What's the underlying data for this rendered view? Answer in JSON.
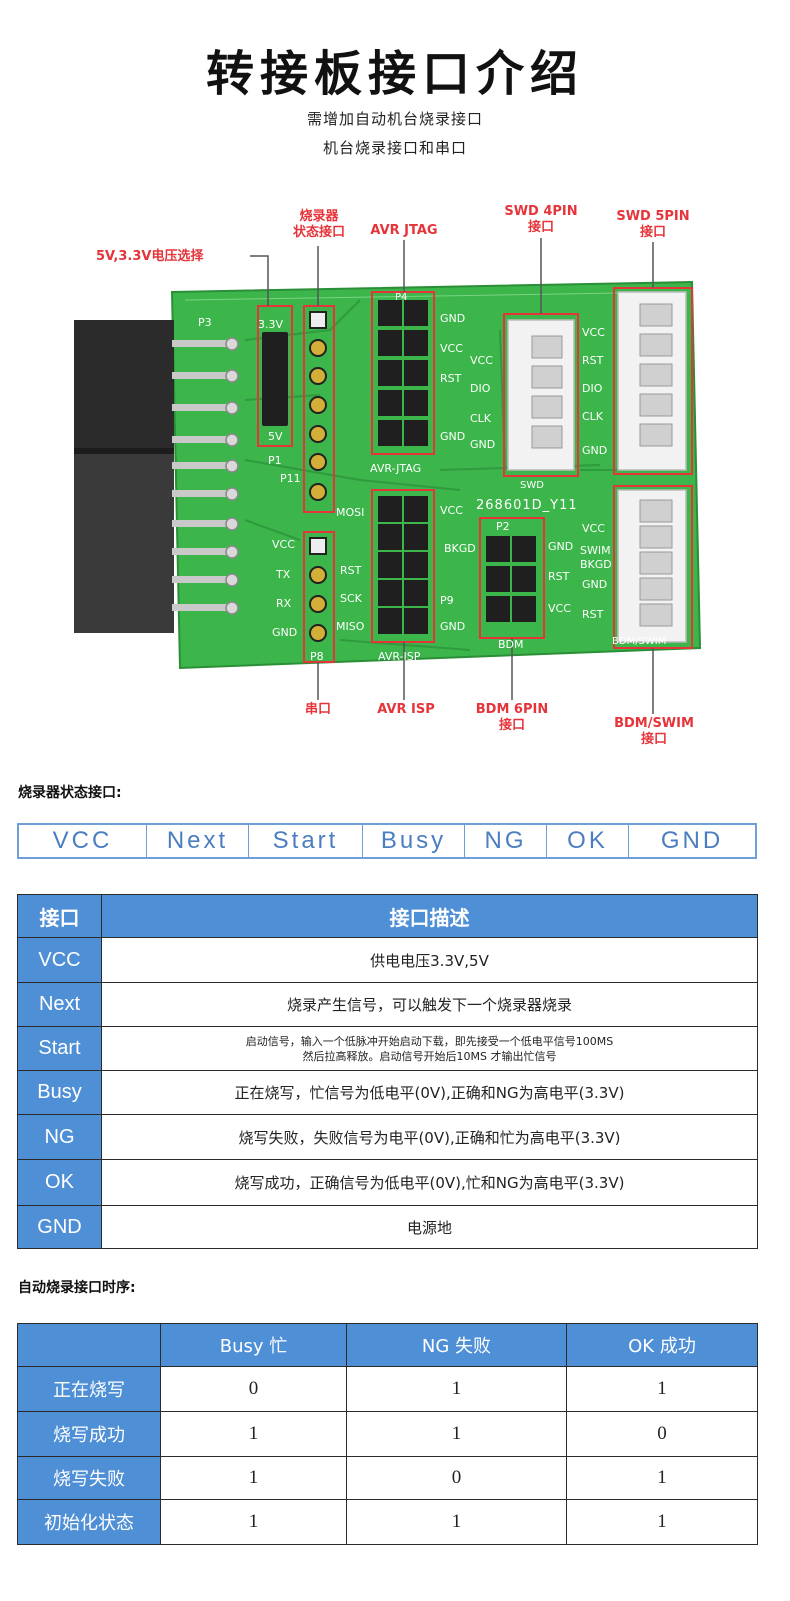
{
  "page": {
    "title": "转接板接口介绍",
    "subtitle1": "需增加自动机台烧录接口",
    "subtitle2": "机台烧录接口和串口"
  },
  "callouts": {
    "voltage_select": "5V,3.3V电压选择",
    "prog_status_l1": "烧录器",
    "prog_status_l2": "状态接口",
    "avr_jtag": "AVR JTAG",
    "swd4_l1": "SWD 4PIN",
    "swd4_l2": "接口",
    "swd5_l1": "SWD 5PIN",
    "swd5_l2": "接口",
    "serial": "串口",
    "avr_isp": "AVR ISP",
    "bdm6_l1": "BDM 6PIN",
    "bdm6_l2": "接口",
    "bdm_swim_l1": "BDM/SWIM",
    "bdm_swim_l2": "接口"
  },
  "board": {
    "silk_p3": "P3",
    "silk_33v": "3.3V",
    "silk_5v": "5V",
    "silk_p1": "P1",
    "silk_p11": "P11",
    "silk_p8": "P8",
    "silk_p2": "P2",
    "silk_p9": "P9",
    "silk_p4": "P4",
    "silk_avrjtag": "AVR-JTAG",
    "silk_avrisp": "AVR-ISP",
    "silk_bdm": "BDM",
    "silk_bdmswim": "BDM/SWIM",
    "silk_swd": "SWD",
    "silk_model": "268601D_Y11",
    "serial_pins": [
      "VCC",
      "TX",
      "RX",
      "GND"
    ],
    "jtag_right": [
      "GND",
      "VCC",
      "RST",
      "",
      "GND"
    ],
    "isp_left": [
      "MOSI",
      "RST",
      "SCK",
      "MISO"
    ],
    "isp_right": [
      "VCC",
      "",
      "P9",
      "GND"
    ],
    "swd4_pins": [
      "VCC",
      "DIO",
      "CLK",
      "GND"
    ],
    "swd5_pins": [
      "VCC",
      "RST",
      "DIO",
      "CLK",
      "GND"
    ],
    "bdm_left": [
      "BKGD"
    ],
    "bdm_right": [
      "GND",
      "RST",
      "VCC"
    ],
    "swim_pins": [
      "VCC",
      "SWIM",
      "BKGD",
      "GND",
      "RST"
    ],
    "pcb_color": "#3cb54a",
    "pcb_dark": "#2a8f37"
  },
  "status_section": {
    "heading": "烧录器状态接口:",
    "pins": [
      "VCC",
      "Next",
      "Start",
      "Busy",
      "NG",
      "OK",
      "GND"
    ]
  },
  "desc_table": {
    "col1": "接口",
    "col2": "接口描述",
    "rows": [
      {
        "k": "VCC",
        "v": "供电电压3.3V,5V"
      },
      {
        "k": "Next",
        "v": "烧录产生信号，可以触发下一个烧录器烧录"
      },
      {
        "k": "Start",
        "v": "启动信号，输入一个低脉冲开始启动下载，即先接受一个低电平信号100MS",
        "v2": "然后拉高释放。启动信号开始后10MS 才输出忙信号"
      },
      {
        "k": "Busy",
        "v": "正在烧写，忙信号为低电平(0V),正确和NG为高电平(3.3V)"
      },
      {
        "k": "NG",
        "v": "烧写失败，失败信号为电平(0V),正确和忙为高电平(3.3V)"
      },
      {
        "k": "OK",
        "v": "烧写成功，正确信号为低电平(0V),忙和NG为高电平(3.3V)"
      },
      {
        "k": "GND",
        "v": "电源地"
      }
    ]
  },
  "timing_section": {
    "heading": "自动烧录接口时序:",
    "cols": [
      "",
      "Busy 忙",
      "NG 失败",
      "OK 成功"
    ],
    "rows": [
      {
        "k": "正在烧写",
        "busy": "0",
        "ng": "1",
        "ok": "1"
      },
      {
        "k": "烧写成功",
        "busy": "1",
        "ng": "1",
        "ok": "0"
      },
      {
        "k": "烧写失败",
        "busy": "1",
        "ng": "0",
        "ok": "1"
      },
      {
        "k": "初始化状态",
        "busy": "1",
        "ng": "1",
        "ok": "1"
      }
    ]
  },
  "colors": {
    "accent_red": "#e5343a",
    "table_blue": "#4f8fd6",
    "status_blue": "#4a7ec0"
  }
}
